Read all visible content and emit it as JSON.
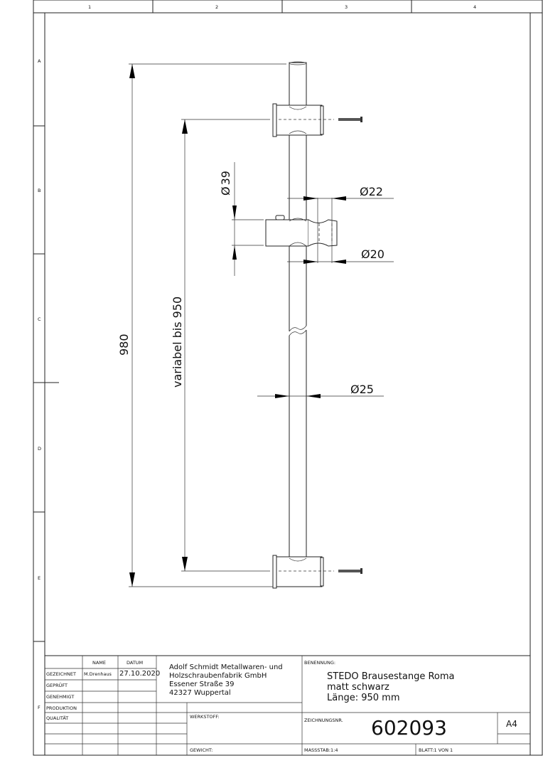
{
  "frame": {
    "columns": [
      "1",
      "2",
      "3",
      "4"
    ],
    "rows": [
      "A",
      "B",
      "C",
      "D",
      "E",
      "F"
    ]
  },
  "dimensions": {
    "overall": "980",
    "variable": "variabel bis 950",
    "d39": "39",
    "d22": "22",
    "d20": "20",
    "d25": "25",
    "diameter_symbol": "Ø"
  },
  "title_block": {
    "name_header": "NAME",
    "date_header": "DATUM",
    "rows": [
      "GEZEICHNET",
      "GEPRÜFT",
      "GENEHMIGT",
      "PRODUKTION",
      "QUALITÄT"
    ],
    "drawn_by": "M.Drenhaus",
    "drawn_date": "27.10.2020",
    "company": [
      "Adolf Schmidt Metallwaren- und",
      "Holzschraubenfabrik GmbH",
      "Essener Straße 39",
      "42327 Wuppertal"
    ],
    "benennung_label": "BENENNUNG:",
    "title_lines": [
      "STEDO Brausestange Roma",
      "matt schwarz",
      "Länge: 950 mm"
    ],
    "werkstoff_label": "WERKSTOFF:",
    "zeichnungsnr_label": "ZEICHNUNGSNR.",
    "drawing_number": "602093",
    "format": "A4",
    "gewicht_label": "GEWICHT:",
    "scale": "MASSSTAB:1:4",
    "sheet": "BLATT:1 VON 1"
  }
}
